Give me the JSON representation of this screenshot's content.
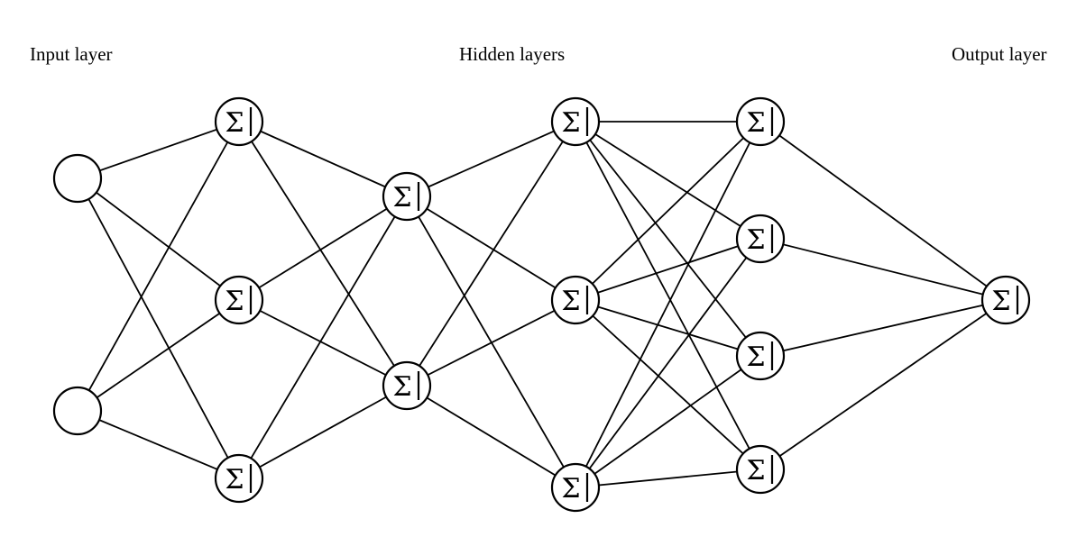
{
  "labels": {
    "input": "Input layer",
    "hidden": "Hidden layers",
    "output": "Output layer"
  },
  "network": {
    "sum_symbol": "Σ",
    "layers": [
      {
        "name": "input",
        "nodes": 2,
        "type": "input"
      },
      {
        "name": "hidden-1",
        "nodes": 3,
        "type": "sum"
      },
      {
        "name": "hidden-2",
        "nodes": 2,
        "type": "sum"
      },
      {
        "name": "hidden-3",
        "nodes": 3,
        "type": "sum"
      },
      {
        "name": "hidden-4",
        "nodes": 4,
        "type": "sum"
      },
      {
        "name": "output",
        "nodes": 1,
        "type": "sum"
      }
    ],
    "connectivity": "fully-connected"
  }
}
